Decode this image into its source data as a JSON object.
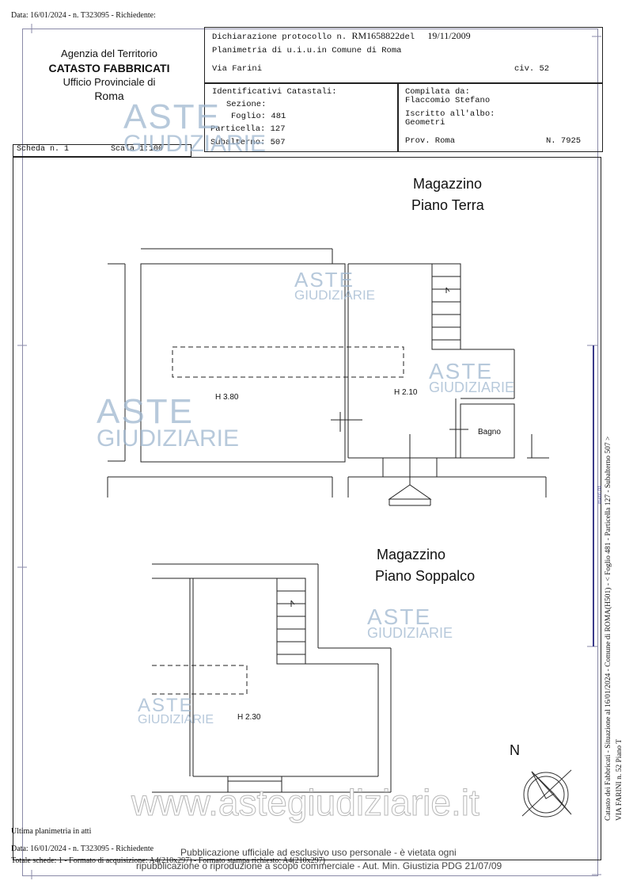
{
  "header_line": "Data: 16/01/2024 - n. T323095 - Richiedente:",
  "agency": {
    "line1": "Agenzia del Territorio",
    "line2": "CATASTO FABBRICATI",
    "line3": "Ufficio Provinciale di",
    "line4": "Roma"
  },
  "declaration": {
    "label": "Dichiarazione protocollo n.",
    "protocol": "RM1658822",
    "del_label": "del",
    "date": "19/11/2009",
    "planimetria": "Planimetria di u.i.u.in Comune di Roma",
    "street": "Via Farini",
    "civ": "civ. 52"
  },
  "identifiers": {
    "heading": "Identificativi Catastali:",
    "sezione": "Sezione:",
    "foglio": "Foglio: 481",
    "particella": "Particella: 127",
    "subalterno": "Subalterno: 507"
  },
  "compiler": {
    "compilata_label": "Compilata da:",
    "compilata_name": "Flaccomio Stefano",
    "iscritto_label": "Iscritto all'albo:",
    "iscritto_value": "Geometri",
    "prov": "Prov. Roma",
    "num": "N.  7925"
  },
  "scheda": {
    "scheda": "Scheda n. 1",
    "scala": "Scala 1:100"
  },
  "plan_upper": {
    "title1": "Magazzino",
    "title2": "Piano Terra",
    "h1": "H 3.80",
    "h2": "H 2.10",
    "bagno": "Bagno"
  },
  "plan_lower": {
    "title1": "Magazzino",
    "title2": "Piano Soppalco",
    "h1": "H 2.30"
  },
  "compass": "N",
  "watermark": {
    "aste": "ASTE",
    "giudiziarie": "GIUDIZIARIE",
    "site": "www.astegiudiziarie.it"
  },
  "side_text": {
    "line1": "Catasto dei Fabbricati - Situazione al 16/01/2024 - Comune di ROMA(H501) - < Foglio 481 - Particella 127 - Subalterno 507 >",
    "line2": "VIA FARINI n. 52 Piano T",
    "marker": "metri 01"
  },
  "footer": {
    "ultima": "Ultima planimetria in atti",
    "data": "Data: 16/01/2024 - n. T323095 - Richiedente",
    "totale": "Totale schede: 1 - Formato di acquisizione: A4(210x297) - Formato stampa richiesto: A4(210x297)",
    "pub1": "Pubblicazione ufficiale ad esclusivo uso personale - è vietata ogni",
    "pub2": "ripubblicazione o riproduzione a scopo commerciale - Aut. Min. Giustizia PDG 21/07/09"
  }
}
